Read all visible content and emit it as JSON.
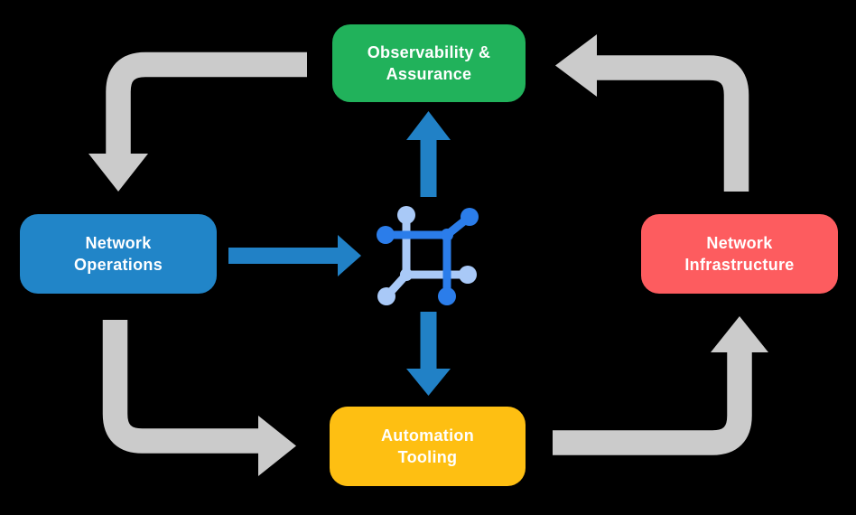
{
  "colors": {
    "background": "#000000",
    "green": "#21B25B",
    "blue": "#2185C8",
    "red": "#FD5C5F",
    "yellow": "#FEBF12",
    "arrow_gray": "#CBCBCB",
    "arrow_blue": "#2181C6",
    "icon_dark_blue": "#2B7DEA",
    "icon_light_blue": "#A9C9F7",
    "text": "#FFFFFF"
  },
  "nodes": {
    "observability": {
      "label": "Observability &\nAssurance"
    },
    "operations": {
      "label": "Network\nOperations"
    },
    "infrastructure": {
      "label": "Network\nInfrastructure"
    },
    "automation": {
      "label": "Automation\nTooling"
    }
  },
  "center_icon": {
    "name": "network-fabric-icon"
  },
  "edges": [
    {
      "from": "observability",
      "to": "operations",
      "style": "gray-elbow",
      "direction": "down"
    },
    {
      "from": "operations",
      "to": "automation",
      "style": "gray-elbow",
      "direction": "right"
    },
    {
      "from": "automation",
      "to": "infrastructure",
      "style": "gray-elbow",
      "direction": "up"
    },
    {
      "from": "infrastructure",
      "to": "observability",
      "style": "gray-elbow",
      "direction": "left"
    },
    {
      "from": "operations",
      "to": "center-icon",
      "style": "blue-straight",
      "direction": "right"
    },
    {
      "from": "center-icon",
      "to": "observability",
      "style": "blue-straight",
      "direction": "up"
    },
    {
      "from": "center-icon",
      "to": "automation",
      "style": "blue-straight",
      "direction": "down"
    }
  ]
}
